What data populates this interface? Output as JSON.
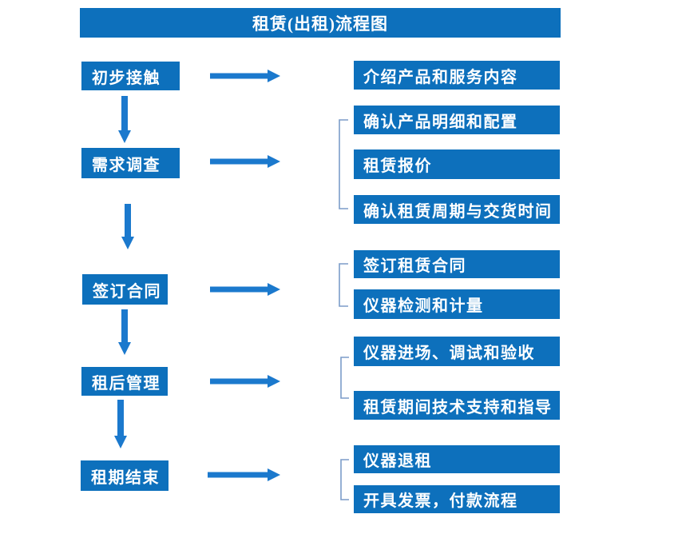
{
  "title": "租赁(出租)流程图",
  "colors": {
    "box_blue": "#0d70bc",
    "arrow_blue": "#1b79cd",
    "bracket_blue": "#7b9cc9",
    "text_white": "#ffffff",
    "background": "#ffffff"
  },
  "flow": {
    "rows": [
      {
        "step": "初步接触",
        "details": [
          "介绍产品和服务内容"
        ]
      },
      {
        "step": "需求调查",
        "details": [
          "确认产品明细和配置",
          "租赁报价",
          "确认租赁周期与交货时间"
        ]
      },
      {
        "step": "签订合同",
        "details": [
          "签订租赁合同",
          "仪器检测和计量"
        ]
      },
      {
        "step": "租后管理",
        "details": [
          "仪器进场、调试和验收",
          "租赁期间技术支持和指导"
        ]
      },
      {
        "step": "租期结束",
        "details": [
          "仪器退租",
          "开具发票，付款流程"
        ]
      }
    ]
  }
}
